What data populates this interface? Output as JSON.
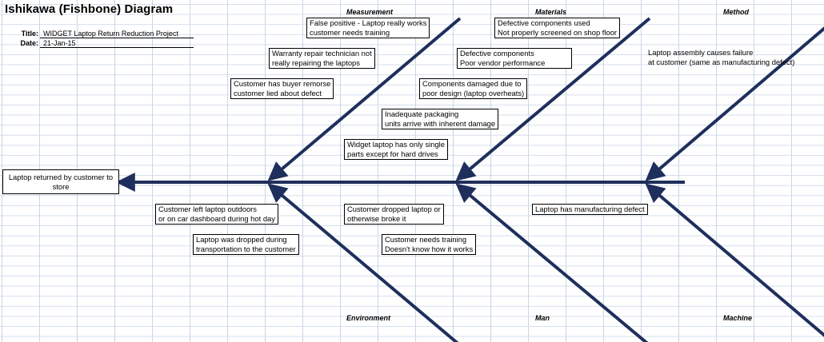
{
  "title": "Ishikawa (Fishbone) Diagram",
  "meta": {
    "title_label": "Title:",
    "title_value": "WIDGET Laptop Return Reduction Project",
    "date_label": "Date:",
    "date_value": "21-Jan-15"
  },
  "effect": {
    "line1": "Laptop returned by customer to",
    "line2": "store"
  },
  "categories": {
    "top": [
      "Measurement",
      "Materials",
      "Method"
    ],
    "bottom": [
      "Environment",
      "Man",
      "Machine"
    ]
  },
  "causes": {
    "measurement": [
      [
        "False positive - Laptop really works",
        "customer needs training"
      ],
      [
        "Warranty repair technician not",
        "really repairing the laptops"
      ],
      [
        "Customer has buyer remorse",
        "customer lied about defect"
      ]
    ],
    "materials": [
      [
        "Defective components used",
        "Not properly screened on shop floor"
      ],
      [
        "Defective components",
        "Poor vendor performance"
      ],
      [
        "Components damaged due to",
        "poor design (laptop overheats)"
      ],
      [
        "Inadequate packaging",
        "units arrive with inherent damage"
      ],
      [
        "Widget laptop has only single",
        "parts except for hard drives"
      ]
    ],
    "method": [
      [
        "Laptop assembly causes failure",
        "at customer (same as manufacturing defect)"
      ]
    ],
    "environment": [
      [
        "Customer left laptop outdoors",
        "or on car dashboard during hot day"
      ],
      [
        "Laptop was dropped during",
        "transportation to the customer"
      ]
    ],
    "man": [
      [
        "Customer dropped laptop or",
        "otherwise broke it"
      ],
      [
        "Customer needs training",
        "Doesn't know how it works"
      ]
    ],
    "machine": [
      [
        "Laptop has manufacturing defect"
      ]
    ]
  },
  "colors": {
    "bone": "#1f2f5c",
    "grid": "#c9d6e8"
  }
}
